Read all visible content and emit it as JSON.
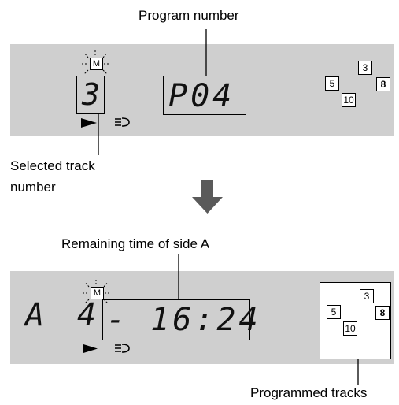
{
  "labels": {
    "program_number": "Program number",
    "selected_track": [
      "Selected track",
      "number"
    ],
    "remaining_time": "Remaining time of side A",
    "programmed_tracks": "Programmed tracks"
  },
  "display1": {
    "memory_indicator": "M",
    "track_digit": "3",
    "program": "P04",
    "play_icon": "play-icon",
    "repeat_icon": "repeat-icon",
    "tracks": [
      "3",
      "5",
      "8",
      "10"
    ]
  },
  "display2": {
    "side": "A",
    "track_digit": "4",
    "memory_indicator": "M",
    "time": "- 16:24",
    "play_icon": "play-icon",
    "repeat_icon": "repeat-icon",
    "tracks": [
      "3",
      "5",
      "8",
      "10"
    ]
  },
  "arrow_icon": "down-arrow-icon"
}
